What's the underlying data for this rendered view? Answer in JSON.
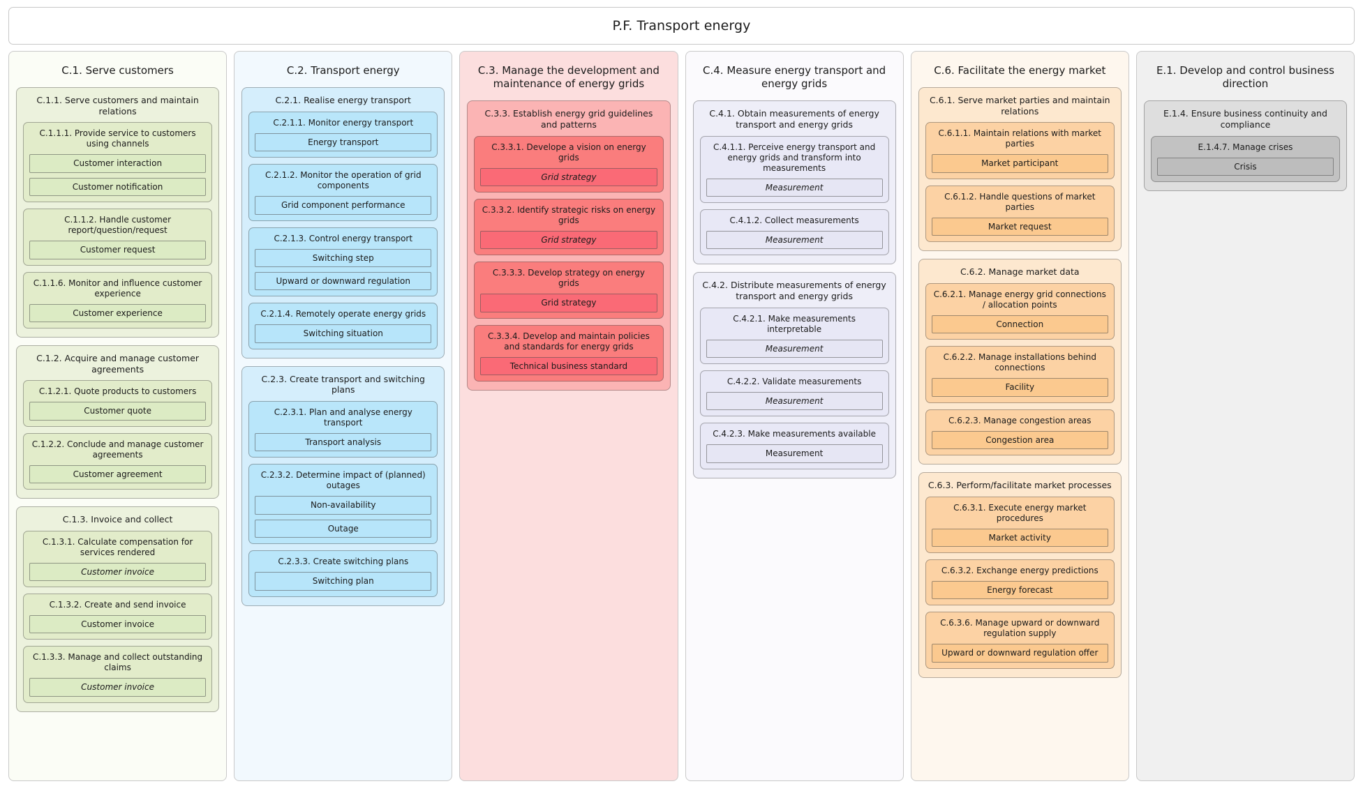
{
  "header": {
    "title": "P.F. Transport energy"
  },
  "columns": [
    {
      "id": "C.1",
      "theme": "t-green",
      "title": "C.1. Serve customers",
      "groups": [
        {
          "title": "C.1.1. Serve customers and maintain relations",
          "items": [
            {
              "title": "C.1.1.1. Provide service to customers using channels",
              "chips": [
                {
                  "label": "Customer interaction",
                  "italic": false
                },
                {
                  "label": "Customer notification",
                  "italic": false
                }
              ]
            },
            {
              "title": "C.1.1.2. Handle customer report/question/request",
              "chips": [
                {
                  "label": "Customer request",
                  "italic": false
                }
              ]
            },
            {
              "title": "C.1.1.6. Monitor and influence customer experience",
              "chips": [
                {
                  "label": "Customer experience",
                  "italic": false
                }
              ]
            }
          ]
        },
        {
          "title": "C.1.2. Acquire and manage customer agreements",
          "items": [
            {
              "title": "C.1.2.1. Quote products to customers",
              "chips": [
                {
                  "label": "Customer quote",
                  "italic": false
                }
              ]
            },
            {
              "title": "C.1.2.2. Conclude and manage customer agreements",
              "chips": [
                {
                  "label": "Customer agreement",
                  "italic": false
                }
              ]
            }
          ]
        },
        {
          "title": "C.1.3. Invoice and collect",
          "items": [
            {
              "title": "C.1.3.1. Calculate compensation for services rendered",
              "chips": [
                {
                  "label": "Customer invoice",
                  "italic": true
                }
              ]
            },
            {
              "title": "C.1.3.2. Create and send invoice",
              "chips": [
                {
                  "label": "Customer invoice",
                  "italic": false
                }
              ]
            },
            {
              "title": "C.1.3.3. Manage and collect outstanding claims",
              "chips": [
                {
                  "label": "Customer invoice",
                  "italic": true
                }
              ]
            }
          ]
        }
      ]
    },
    {
      "id": "C.2",
      "theme": "t-blue",
      "title": "C.2. Transport energy",
      "groups": [
        {
          "title": "C.2.1. Realise energy transport",
          "items": [
            {
              "title": "C.2.1.1. Monitor energy transport",
              "chips": [
                {
                  "label": "Energy transport",
                  "italic": false
                }
              ]
            },
            {
              "title": "C.2.1.2. Monitor the operation of grid components",
              "chips": [
                {
                  "label": "Grid component performance",
                  "italic": false
                }
              ]
            },
            {
              "title": "C.2.1.3. Control energy transport",
              "chips": [
                {
                  "label": "Switching step",
                  "italic": false
                },
                {
                  "label": "Upward or downward regulation",
                  "italic": false
                }
              ]
            },
            {
              "title": "C.2.1.4. Remotely operate energy grids",
              "chips": [
                {
                  "label": "Switching situation",
                  "italic": false
                }
              ]
            }
          ]
        },
        {
          "title": "C.2.3. Create transport and switching plans",
          "items": [
            {
              "title": "C.2.3.1. Plan and analyse energy transport",
              "chips": [
                {
                  "label": "Transport analysis",
                  "italic": false
                }
              ]
            },
            {
              "title": "C.2.3.2. Determine impact of (planned) outages",
              "chips": [
                {
                  "label": "Non-availability",
                  "italic": false
                },
                {
                  "label": "Outage",
                  "italic": false
                }
              ]
            },
            {
              "title": "C.2.3.3. Create switching plans",
              "chips": [
                {
                  "label": "Switching plan",
                  "italic": false
                }
              ]
            }
          ]
        }
      ]
    },
    {
      "id": "C.3",
      "theme": "t-red",
      "title": "C.3. Manage the development and maintenance of energy grids",
      "groups": [
        {
          "title": "C.3.3. Establish energy grid guidelines and patterns",
          "items": [
            {
              "title": "C.3.3.1. Develope a vision on energy grids",
              "chips": [
                {
                  "label": "Grid strategy",
                  "italic": true
                }
              ]
            },
            {
              "title": "C.3.3.2. Identify strategic risks on energy grids",
              "chips": [
                {
                  "label": "Grid strategy",
                  "italic": true
                }
              ]
            },
            {
              "title": "C.3.3.3. Develop strategy on energy grids",
              "chips": [
                {
                  "label": "Grid strategy",
                  "italic": false
                }
              ]
            },
            {
              "title": "C.3.3.4. Develop and maintain policies and standards for energy grids",
              "chips": [
                {
                  "label": "Technical business standard",
                  "italic": false
                }
              ]
            }
          ]
        }
      ]
    },
    {
      "id": "C.4",
      "theme": "t-lav",
      "title": "C.4. Measure energy transport and energy grids",
      "groups": [
        {
          "title": "C.4.1. Obtain measurements of energy transport and energy grids",
          "items": [
            {
              "title": "C.4.1.1. Perceive energy transport and energy grids and transform into measurements",
              "chips": [
                {
                  "label": "Measurement",
                  "italic": true
                }
              ]
            },
            {
              "title": "C.4.1.2. Collect measurements",
              "chips": [
                {
                  "label": "Measurement",
                  "italic": true
                }
              ]
            }
          ]
        },
        {
          "title": "C.4.2. Distribute measurements of energy transport and energy grids",
          "items": [
            {
              "title": "C.4.2.1. Make measurements interpretable",
              "chips": [
                {
                  "label": "Measurement",
                  "italic": true
                }
              ]
            },
            {
              "title": "C.4.2.2. Validate measurements",
              "chips": [
                {
                  "label": "Measurement",
                  "italic": true
                }
              ]
            },
            {
              "title": "C.4.2.3. Make measurements available",
              "chips": [
                {
                  "label": "Measurement",
                  "italic": false
                }
              ]
            }
          ]
        }
      ]
    },
    {
      "id": "C.6",
      "theme": "t-orange",
      "title": "C.6. Facilitate the energy market",
      "groups": [
        {
          "title": "C.6.1. Serve market parties and maintain relations",
          "items": [
            {
              "title": "C.6.1.1. Maintain relations with market parties",
              "chips": [
                {
                  "label": "Market participant",
                  "italic": false
                }
              ]
            },
            {
              "title": "C.6.1.2. Handle questions of market parties",
              "chips": [
                {
                  "label": "Market request",
                  "italic": false
                }
              ]
            }
          ]
        },
        {
          "title": "C.6.2. Manage market data",
          "items": [
            {
              "title": "C.6.2.1. Manage energy grid connections / allocation points",
              "chips": [
                {
                  "label": "Connection",
                  "italic": false
                }
              ]
            },
            {
              "title": "C.6.2.2. Manage installations behind connections",
              "chips": [
                {
                  "label": "Facility",
                  "italic": false
                }
              ]
            },
            {
              "title": "C.6.2.3. Manage congestion areas",
              "chips": [
                {
                  "label": "Congestion area",
                  "italic": false
                }
              ]
            }
          ]
        },
        {
          "title": "C.6.3. Perform/facilitate market processes",
          "items": [
            {
              "title": "C.6.3.1. Execute energy market procedures",
              "chips": [
                {
                  "label": "Market activity",
                  "italic": false
                }
              ]
            },
            {
              "title": "C.6.3.2. Exchange energy predictions",
              "chips": [
                {
                  "label": "Energy forecast",
                  "italic": false
                }
              ]
            },
            {
              "title": "C.6.3.6. Manage upward or downward regulation supply",
              "chips": [
                {
                  "label": "Upward or downward regulation offer",
                  "italic": false
                }
              ]
            }
          ]
        }
      ]
    },
    {
      "id": "E.1",
      "theme": "t-grey",
      "title": "E.1. Develop and control business direction",
      "groups": [
        {
          "title": "E.1.4. Ensure business continuity and compliance",
          "items": [
            {
              "title": "E.1.4.7. Manage crises",
              "chips": [
                {
                  "label": "Crisis",
                  "italic": false
                }
              ]
            }
          ]
        }
      ]
    }
  ]
}
